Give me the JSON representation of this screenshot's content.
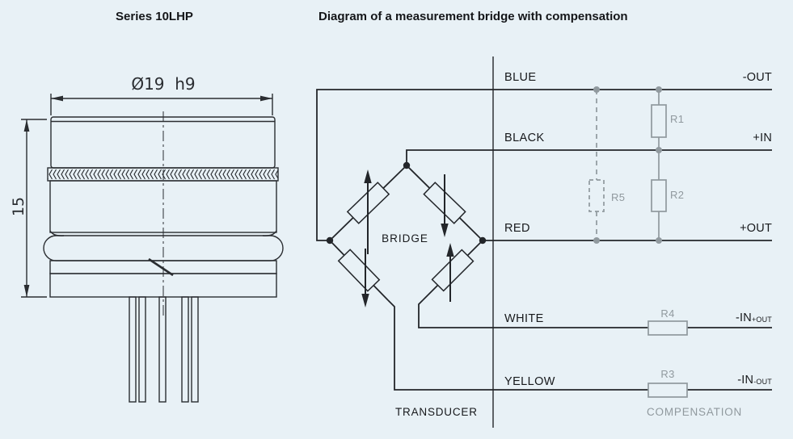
{
  "left_panel": {
    "title": "Series 10LHP",
    "diameter_dimension": "Ø19  h9",
    "height_dimension": "15"
  },
  "right_panel": {
    "title": "Diagram of a measurement bridge with compensation",
    "bridge_label": "BRIDGE",
    "transducer_label": "TRANSDUCER",
    "compensation_label": "COMPENSATION",
    "wires": [
      {
        "name": "BLUE",
        "terminal": "-OUT",
        "terminal_sub": ""
      },
      {
        "name": "BLACK",
        "terminal": "+IN",
        "terminal_sub": ""
      },
      {
        "name": "RED",
        "terminal": "+OUT",
        "terminal_sub": ""
      },
      {
        "name": "WHITE",
        "terminal": "-IN",
        "terminal_sub": "+OUT"
      },
      {
        "name": "YELLOW",
        "terminal": "-IN",
        "terminal_sub": "-OUT"
      }
    ],
    "resistors": {
      "r1": "R1",
      "r2": "R2",
      "r3": "R3",
      "r4": "R4",
      "r5": "R5"
    }
  },
  "colors": {
    "background": "#e8f1f6",
    "line": "#23262a",
    "gray": "#90999e"
  }
}
